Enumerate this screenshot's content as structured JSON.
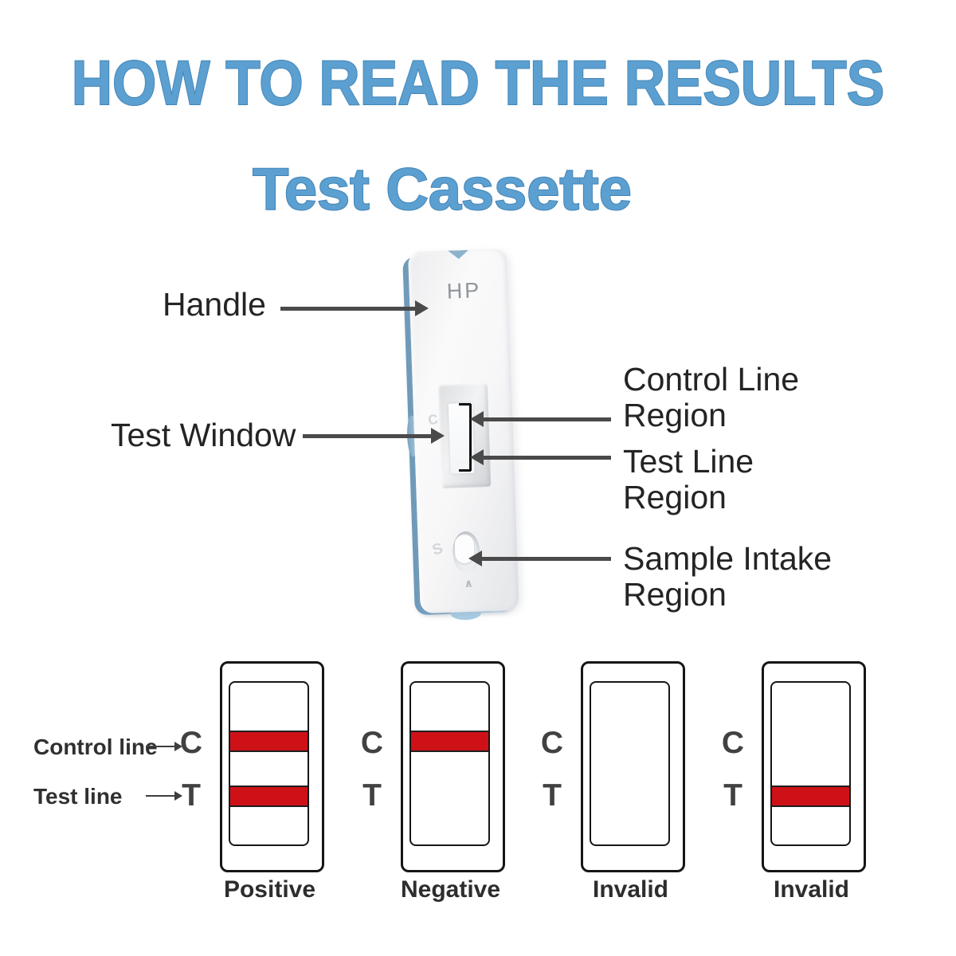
{
  "title": "HOW TO READ THE RESULTS",
  "subtitle": "Test Cassette",
  "colors": {
    "accent_blue": "#5C9FD1",
    "band_red": "#CE1117",
    "arrow_gray": "#4A4A4A",
    "text_dark": "#242424",
    "cassette_edge_blue": "#8FB4CE"
  },
  "cassette": {
    "brand": "HP",
    "molded_marks": {
      "near_window": "C",
      "near_well": "S",
      "below_well": "∧"
    },
    "labels": {
      "handle": "Handle",
      "test_window": "Test Window",
      "control_line_region": "Control Line Region",
      "test_line_region": "Test Line Region",
      "sample_intake_region": "Sample Intake Region"
    }
  },
  "results": {
    "legend": {
      "control": "Control line",
      "test": "Test line"
    },
    "letters": [
      "C",
      "T"
    ],
    "items": [
      {
        "label": "Positive",
        "bands": [
          "C",
          "T"
        ]
      },
      {
        "label": "Negative",
        "bands": [
          "C"
        ]
      },
      {
        "label": "Invalid",
        "bands": []
      },
      {
        "label": "Invalid",
        "bands": [
          "T"
        ]
      }
    ]
  }
}
